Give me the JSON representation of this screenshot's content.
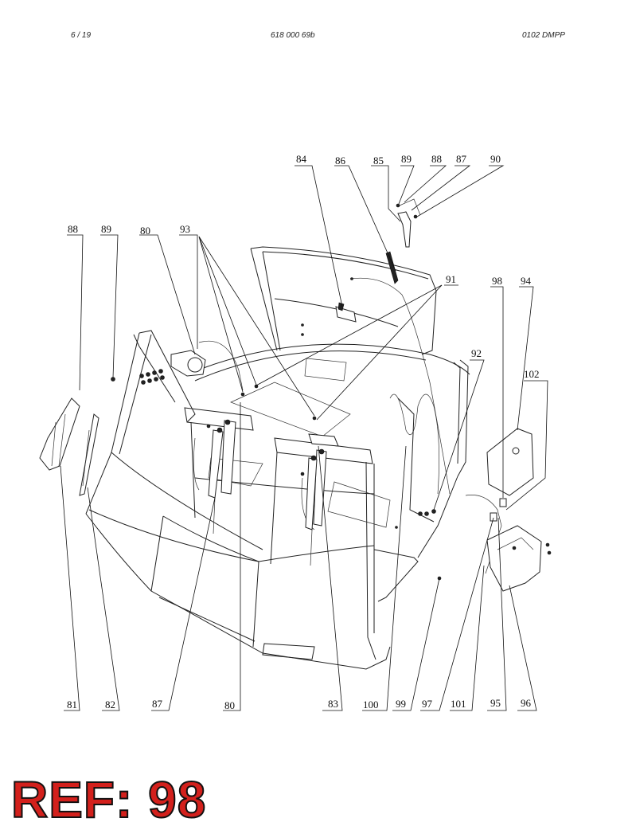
{
  "header": {
    "page": "6 / 19",
    "doc_number": "618 000 69b",
    "revision": "0102 DMPP"
  },
  "ref_label": "REF: 98",
  "callouts": {
    "top": [
      "84",
      "86",
      "85",
      "89",
      "88",
      "87",
      "90"
    ],
    "upper_left": [
      "88",
      "89",
      "80",
      "93"
    ],
    "right": [
      "91",
      "98",
      "94",
      "92",
      "102"
    ],
    "bottom": [
      "81",
      "82",
      "87",
      "80",
      "83",
      "100",
      "99",
      "97",
      "101",
      "95",
      "96"
    ]
  },
  "colors": {
    "ref_label": "#d3201c",
    "lines": "#222222"
  }
}
